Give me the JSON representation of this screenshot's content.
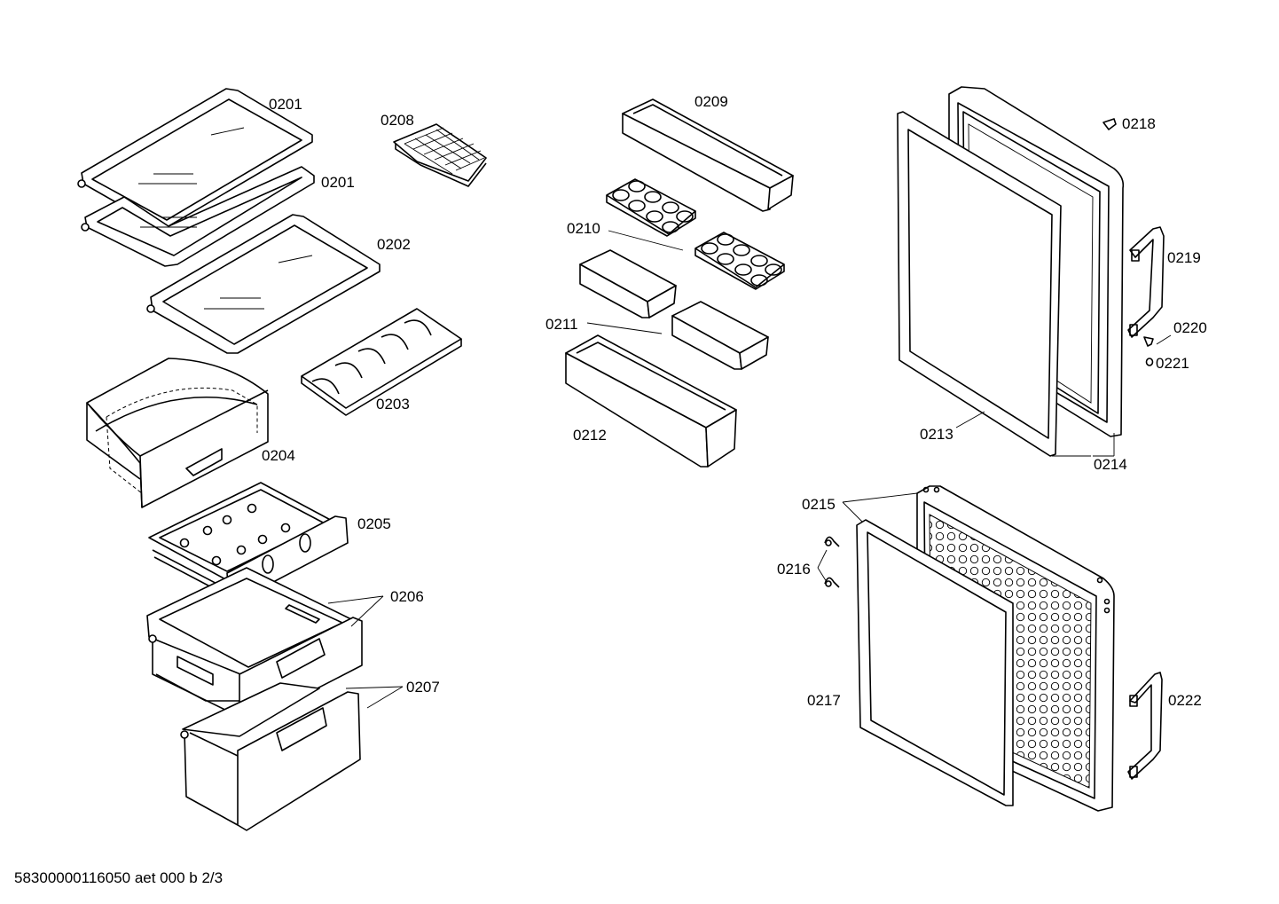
{
  "labels": {
    "p0201a": "0201",
    "p0201b": "0201",
    "p0202": "0202",
    "p0203": "0203",
    "p0204": "0204",
    "p0205": "0205",
    "p0206": "0206",
    "p0207": "0207",
    "p0208": "0208",
    "p0209": "0209",
    "p0210": "0210",
    "p0211": "0211",
    "p0212": "0212",
    "p0213": "0213",
    "p0214": "0214",
    "p0215": "0215",
    "p0216": "0216",
    "p0217": "0217",
    "p0218": "0218",
    "p0219": "0219",
    "p0220": "0220",
    "p0221": "0221",
    "p0222": "0222"
  },
  "footer": "58300000116050 aet 000 b 2/3"
}
